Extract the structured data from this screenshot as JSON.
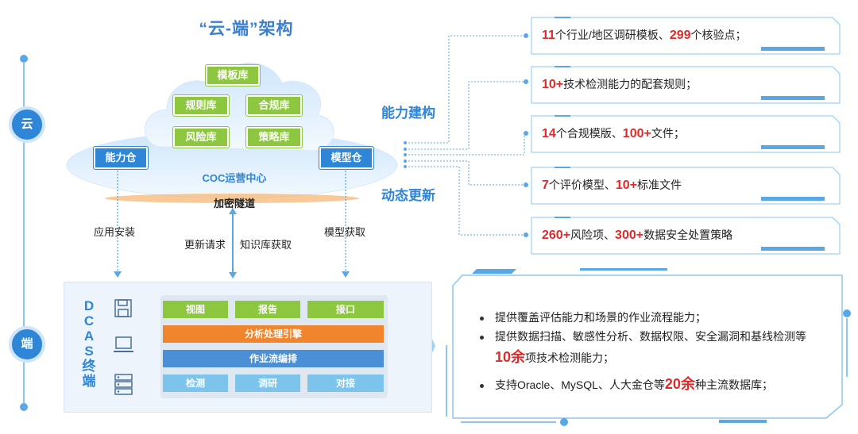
{
  "title": "“云-端”架构",
  "timeline": {
    "cloud_label": "云",
    "terminal_label": "端"
  },
  "cloud": {
    "top_box": "模板库",
    "boxes": [
      "规则库",
      "合规库",
      "风险库",
      "策略库"
    ],
    "left_box": "能力仓",
    "right_box": "模型仓",
    "center_label": "COC运营中心",
    "tunnel_label": "加密隧道"
  },
  "links": {
    "install": "应用安装",
    "update_request": "更新请求",
    "kb_fetch": "知识库获取",
    "model_fetch": "模型获取"
  },
  "sections": {
    "capability": "能力建构",
    "dynamic": "动态更新"
  },
  "cards": [
    {
      "n1": "11",
      "t1": "个行业/地区调研模板、",
      "n2": "299",
      "t2": "个核验点；"
    },
    {
      "n1": "10+",
      "t1": "技术检测能力的配套规则；",
      "n2": "",
      "t2": ""
    },
    {
      "n1": "14",
      "t1": "个合规模版、",
      "n2": "100+",
      "t2": "文件；"
    },
    {
      "n1": "7",
      "t1": "个评价模型、",
      "n2": "10+",
      "t2": "标准文件"
    },
    {
      "n1": "260+",
      "t1": "风险项、",
      "n2": "300+",
      "t2": "数据安全处置策略"
    }
  ],
  "terminal": {
    "dcas_label": [
      "D",
      "C",
      "A",
      "S",
      "终",
      "端"
    ],
    "row1": [
      "视图",
      "报告",
      "接口"
    ],
    "engine": "分析处理引擎",
    "workflow": "作业流编排",
    "row4": [
      "检测",
      "调研",
      "对接"
    ],
    "device_icons": [
      "floppy-disk-icon",
      "laptop-icon",
      "server-icon"
    ]
  },
  "features": {
    "item1": "提供覆盖评估能力和场景的作业流程能力；",
    "item2_line1": "提供数据扫描、敏感性分析、数据权限、安全漏洞和基线检测等",
    "item2_num": "10余",
    "item2_line2": "项技术检测能力；",
    "item3_pre": "支持Oracle、MySQL、人大金仓等",
    "item3_num": "20余",
    "item3_post": "种主流数据库；"
  },
  "colors": {
    "primary": "#2f86d6",
    "green": "#8dc63f",
    "orange": "#f0852d",
    "red": "#e02a2a",
    "light_blue": "#7cc4ec"
  }
}
